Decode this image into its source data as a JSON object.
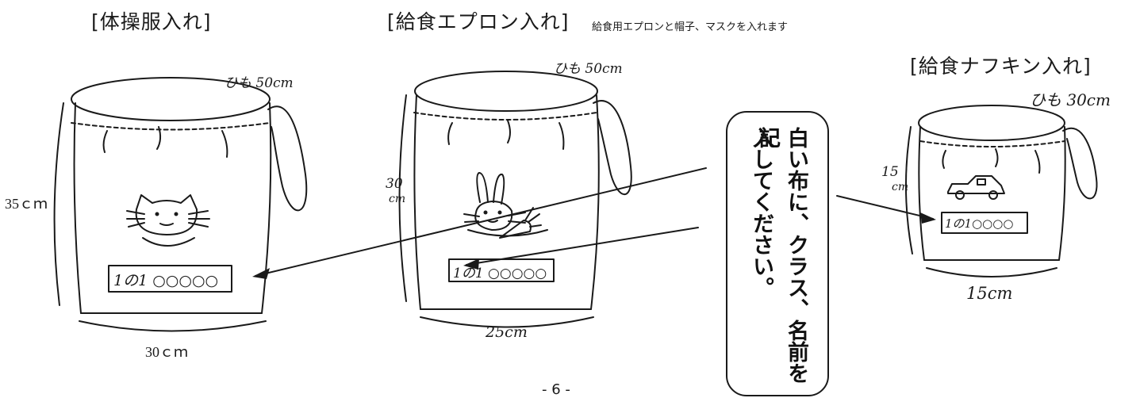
{
  "titles": {
    "gym_bag": "[体操服入れ]",
    "apron_bag": "[給食エプロン入れ]",
    "apron_note": "給食用エプロンと帽子、マスクを入れます",
    "napkin_bag": "[給食ナフキン入れ]"
  },
  "strings": {
    "gym": "ひも 50cm",
    "apron": "ひも 50cm",
    "napkin": "ひも 30cm"
  },
  "dimensions": {
    "gym_height": "35ｃｍ",
    "gym_width": "30ｃｍ",
    "apron_height_num": "30",
    "apron_height_unit": "cm",
    "apron_width": "25cm",
    "napkin_height_num": "15",
    "napkin_height_unit": "cm",
    "napkin_width": "15cm"
  },
  "name_tags": {
    "gym": "1の1 ○○○○○",
    "apron": "1の1 ○○○○○",
    "napkin": "1の1○○○○"
  },
  "callout": {
    "line1": "白い布に、クラス、名前を記",
    "line2": "入してください。"
  },
  "page_number": "- 6 -"
}
